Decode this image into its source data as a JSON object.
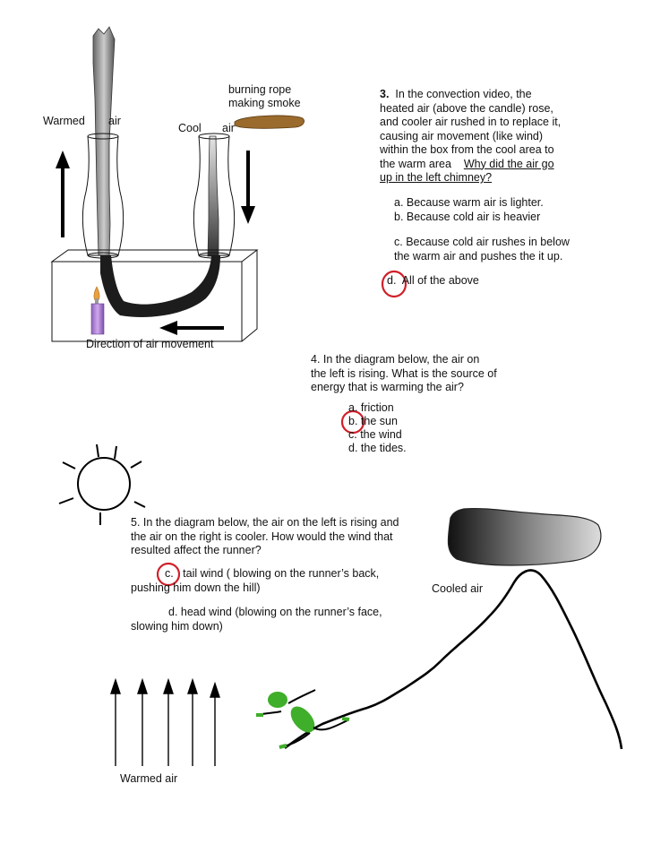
{
  "figure1": {
    "labels": {
      "warmed": "Warmed",
      "warmed_air": "air",
      "cool": "Cool",
      "cool_air": "air",
      "rope_line1": "burning rope",
      "rope_line2": "making smoke",
      "direction": "Direction of air movement"
    }
  },
  "q3": {
    "number": "3.",
    "lines": [
      "In the convection video, the",
      "heated air (above the candle) rose,",
      "and cooler air rushed in to replace it,",
      "causing air movement  (like wind)",
      "within the box from the cool area to",
      "the warm area"
    ],
    "question": "Why did the air go",
    "question_cont": "up in the left chimney?",
    "options": {
      "a": "a.  Because warm air is lighter.",
      "b": "b.  Because cold air is heavier",
      "c_line1": "c.  Because cold air rushes in  below",
      "c_line2": "the warm air and pushes the it  up.",
      "d_letter": "d.",
      "d_text": "All of the above"
    }
  },
  "q4": {
    "lines": [
      "4.  In the diagram  below,  the air on",
      "the left is rising.  What is the source of",
      "energy that is warming the air?"
    ],
    "options": {
      "a": "a. friction",
      "b": "b.  the sun",
      "c": "c.   the wind",
      "d": "d.  the tides."
    }
  },
  "q5": {
    "lines": [
      "5.  In the diagram below, the air on the left is rising and",
      "the air on the right is cooler.   How would the wind that",
      "resulted affect the runner?"
    ],
    "option_c_letter": "c.",
    "option_c_text": "tail wind  ( blowing on the runner’s back,",
    "option_c_cont": "pushing him down the hill)",
    "option_d": "d.  head wind  (blowing on the runner’s  face,",
    "option_d_cont": "slowing him down)"
  },
  "figure2": {
    "cooled_air": "Cooled air",
    "warmed_air": "Warmed air"
  },
  "colors": {
    "answer_circle": "#d0202a",
    "candle": "#b98fd6",
    "flame": "#e8a040",
    "rope": "#9a6b2c",
    "runner": "#3fae2a"
  }
}
